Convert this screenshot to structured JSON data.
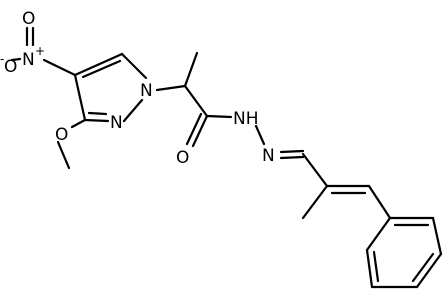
{
  "structure": {
    "atoms": {
      "nitro_n": "N",
      "nitro_n_charge": "+",
      "nitro_o_top": "O",
      "nitro_o_left": "O",
      "nitro_o_left_charge": "-",
      "ring_n1": "N",
      "ring_n2": "N",
      "methoxy_o": "O",
      "carbonyl_o": "O",
      "amide_nh": "NH",
      "hydrazone_n": "N"
    }
  }
}
